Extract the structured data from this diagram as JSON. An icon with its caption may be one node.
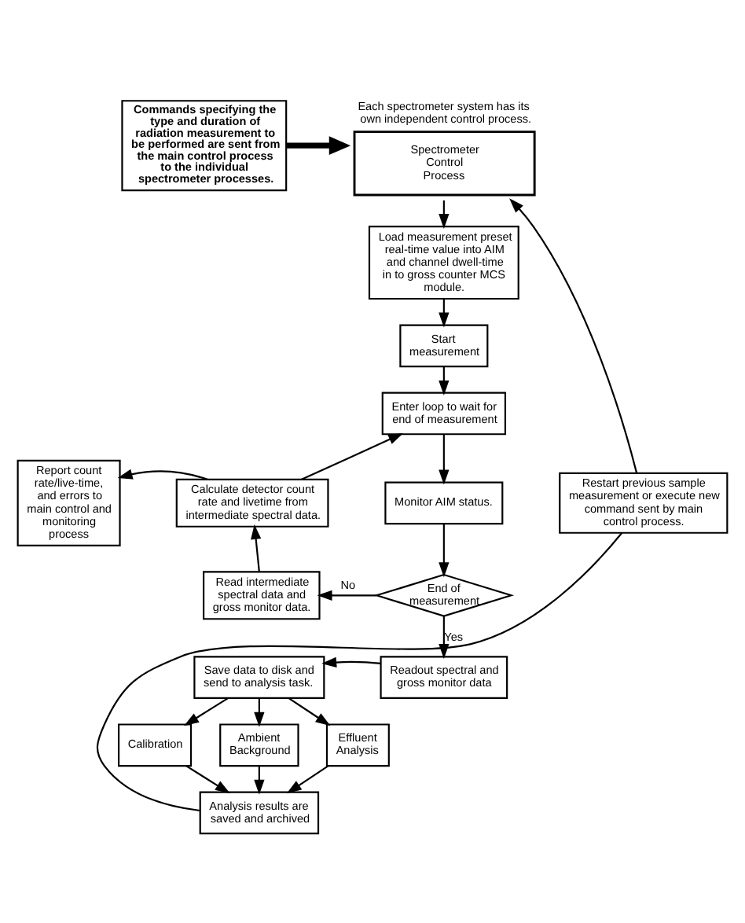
{
  "diagram": {
    "nodes": [
      {
        "text": [
          "Commands specifying the type and duration of radiation measurement to be performed are sent from the main control process to the individual spectrometer processes."
        ]
      },
      {
        "text": [
          "Spectrometer Control Process"
        ],
        "beside": [
          "Each spectrometer system has its own independent control process."
        ]
      },
      {
        "text": [
          "Load measurement preset real-time value into AIM and channel dwell-time in to gross counter MCS module."
        ]
      },
      {
        "text": [
          "Start measurement"
        ]
      },
      {
        "text": [
          "Enter loop to wait for end of measurement"
        ]
      },
      {
        "text": [
          "Monitor AIM status."
        ]
      },
      {
        "text": [
          "End of measurement"
        ]
      },
      {
        "text": [
          "Read intermediate spectral data and gross monitor data."
        ]
      },
      {
        "text": [
          "Calculate detector count rate and livetime from intermediate spectral data."
        ]
      },
      {
        "text": [
          "Report count rate/live-time, and errors to main control and monitoring process"
        ]
      },
      {
        "text": [
          "Readout spectral and gross monitor data"
        ]
      },
      {
        "text": [
          "Save data to disk and send to analysis task."
        ]
      },
      {
        "text": [
          "Calibration"
        ]
      },
      {
        "text": [
          "Ambient Background"
        ]
      },
      {
        "text": [
          "Effluent Analysis"
        ]
      },
      {
        "text": [
          "Analysis results are saved and archived"
        ]
      },
      {
        "text": [
          "Restart previous sample measurement or execute new command sent by main control process."
        ]
      }
    ],
    "edges": [
      {
        "from": 0,
        "to": 1,
        "arrow": "to",
        "style": "thick"
      },
      {
        "from": 1,
        "to": 2,
        "arrow": "to"
      },
      {
        "from": 2,
        "to": 3,
        "arrow": "to"
      },
      {
        "from": 3,
        "to": 4,
        "arrow": "to"
      },
      {
        "from": 4,
        "to": 5,
        "arrow": "to"
      },
      {
        "from": 5,
        "to": 6,
        "arrow": "to"
      },
      {
        "from": 6,
        "to": 7,
        "arrow": "to",
        "label": "No"
      },
      {
        "from": 7,
        "to": 8,
        "arrow": "to"
      },
      {
        "from": 8,
        "to": 9,
        "arrow": "to"
      },
      {
        "from": 8,
        "to": 4,
        "arrow": "to"
      },
      {
        "from": 6,
        "to": 10,
        "arrow": "to",
        "label": "Yes"
      },
      {
        "from": 10,
        "to": 11,
        "arrow": "to"
      },
      {
        "from": 11,
        "to": 12,
        "arrow": "to"
      },
      {
        "from": 11,
        "to": 13,
        "arrow": "to"
      },
      {
        "from": 11,
        "to": 14,
        "arrow": "to"
      },
      {
        "from": 12,
        "to": 15,
        "arrow": "to"
      },
      {
        "from": 13,
        "to": 15,
        "arrow": "to"
      },
      {
        "from": 14,
        "to": 15,
        "arrow": "to"
      },
      {
        "from": 15,
        "to": 16,
        "arrow": "none"
      },
      {
        "from": 16,
        "to": 1,
        "arrow": "to"
      }
    ]
  }
}
